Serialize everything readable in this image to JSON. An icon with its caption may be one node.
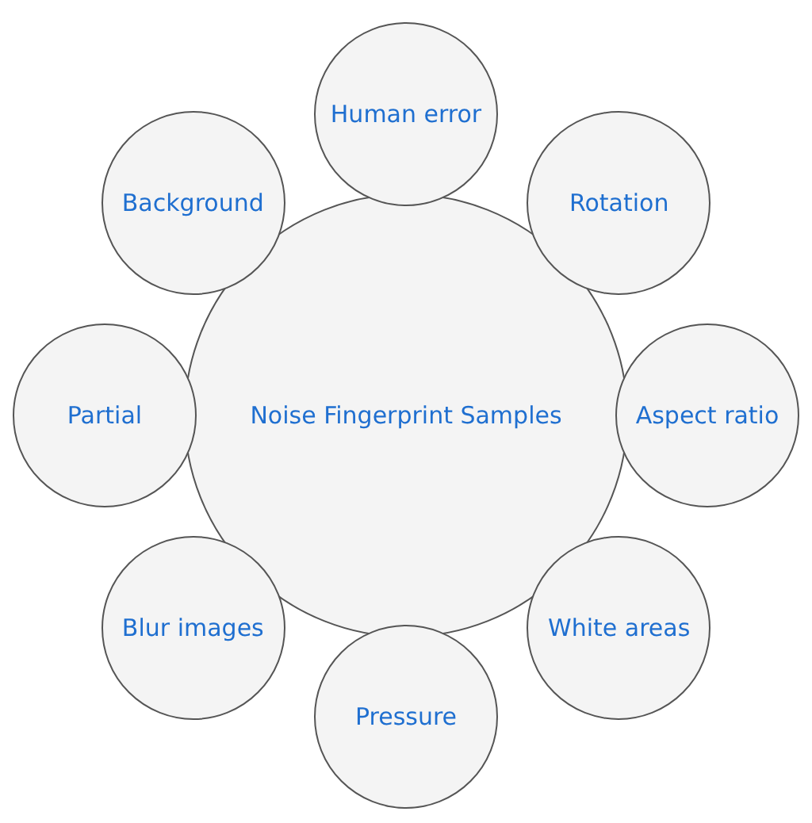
{
  "diagram": {
    "nodes": [
      {
        "text": [
          "Noise Fingerprint Samples"
        ]
      },
      {
        "text": [
          "Human error"
        ]
      },
      {
        "text": [
          "Rotation"
        ]
      },
      {
        "text": [
          "Aspect ratio"
        ]
      },
      {
        "text": [
          "White areas"
        ]
      },
      {
        "text": [
          "Pressure"
        ]
      },
      {
        "text": [
          "Blur images"
        ]
      },
      {
        "text": [
          "Partial"
        ]
      },
      {
        "text": [
          "Background"
        ]
      }
    ]
  }
}
